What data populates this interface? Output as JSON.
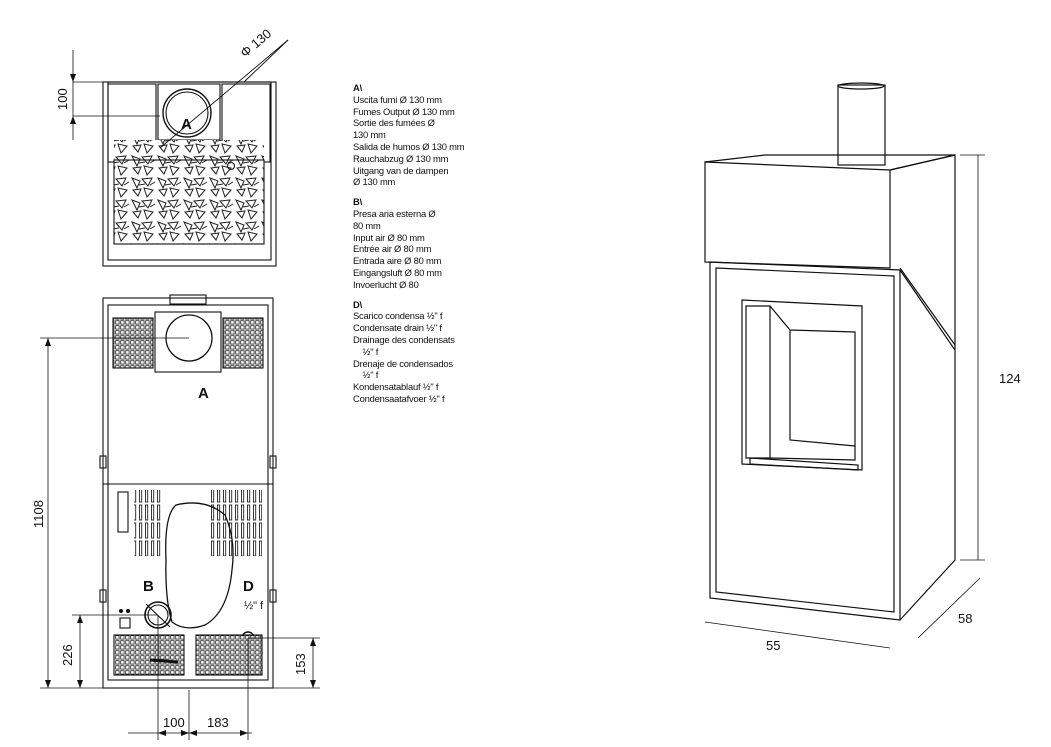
{
  "top_view": {
    "dim_diameter": "Φ 130",
    "dim_offset": "100",
    "marker": "A"
  },
  "back_view": {
    "markers": {
      "a": "A",
      "b": "B",
      "d": "D"
    },
    "d_thread": "½\" f",
    "dims": {
      "height_outlet": "1108",
      "height_inlet": "226",
      "height_drain": "153",
      "width_inlet": "100",
      "width_drain": "183"
    }
  },
  "legend": {
    "a": {
      "head": "A\\",
      "lines": [
        "Uscita fumi Ø 130 mm",
        "Fumes Output Ø 130 mm",
        "Sortie des fumées Ø",
        "130 mm",
        "Salida de humos Ø 130 mm",
        "Rauchabzug Ø 130 mm",
        "Uitgang van de dampen",
        "Ø 130 mm"
      ]
    },
    "b": {
      "head": "B\\",
      "lines": [
        "Presa aria esterna Ø",
        "80 mm",
        "Input air Ø 80 mm",
        "Entrée air Ø 80 mm",
        "Entrada aire Ø 80 mm",
        "Eingangsluft Ø 80 mm",
        "Invoerlucht Ø 80"
      ]
    },
    "d": {
      "head": "D\\",
      "lines": [
        "Scarico condensa ½\" f",
        "Condensate drain ½\" f",
        "Drainage des condensats",
        "    ½\" f",
        "Drenaje de condensados",
        "    ½\" f",
        "Kondensatablauf ½\" f",
        "Condensaatafvoer ½\" f"
      ]
    }
  },
  "iso_view": {
    "dim_height": "124",
    "dim_width": "55",
    "dim_depth": "58"
  }
}
